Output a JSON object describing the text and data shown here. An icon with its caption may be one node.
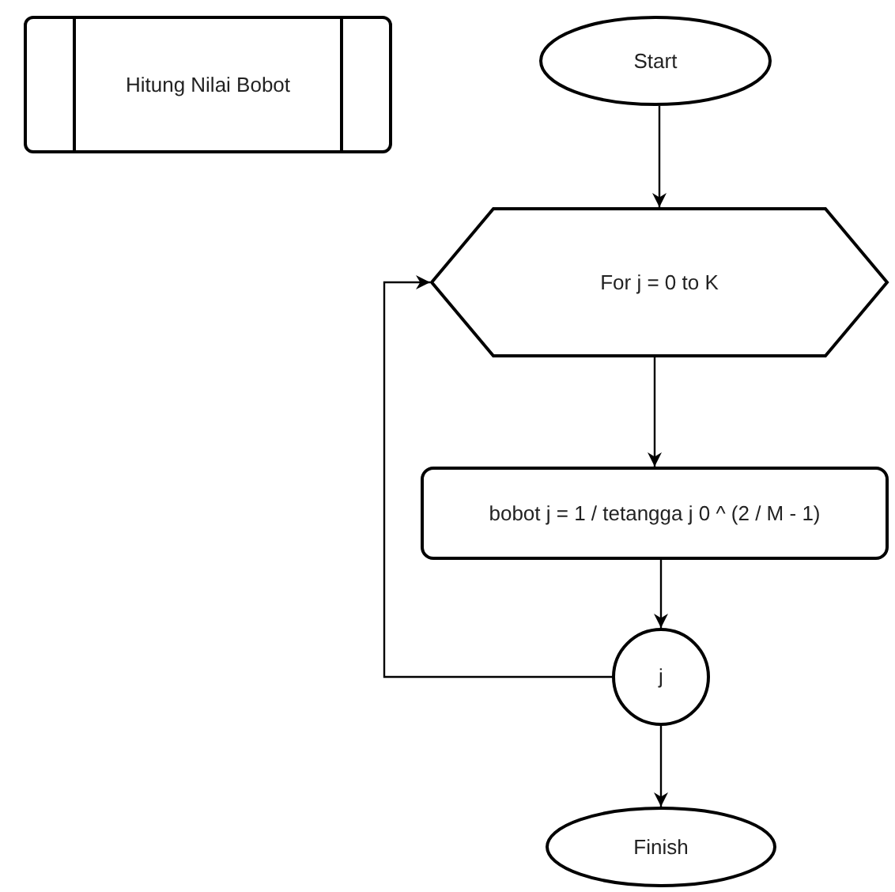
{
  "diagram": {
    "nodes": [
      {
        "text": [
          "Hitung Nilai Bobot"
        ]
      },
      {
        "text": [
          "Start"
        ]
      },
      {
        "text": [
          "For j = 0 to K"
        ]
      },
      {
        "text": [
          "bobot j = 1 / tetangga j 0 ^ (2 / M - 1)"
        ]
      },
      {
        "text": [
          "j"
        ]
      },
      {
        "text": [
          "Finish"
        ]
      }
    ],
    "edges": [
      {
        "from": 1,
        "to": 2,
        "arrow": "to"
      },
      {
        "from": 2,
        "to": 3,
        "arrow": "to"
      },
      {
        "from": 3,
        "to": 4,
        "arrow": "to"
      },
      {
        "from": 4,
        "to": 2,
        "arrow": "to"
      },
      {
        "from": 4,
        "to": 5,
        "arrow": "to"
      }
    ]
  }
}
